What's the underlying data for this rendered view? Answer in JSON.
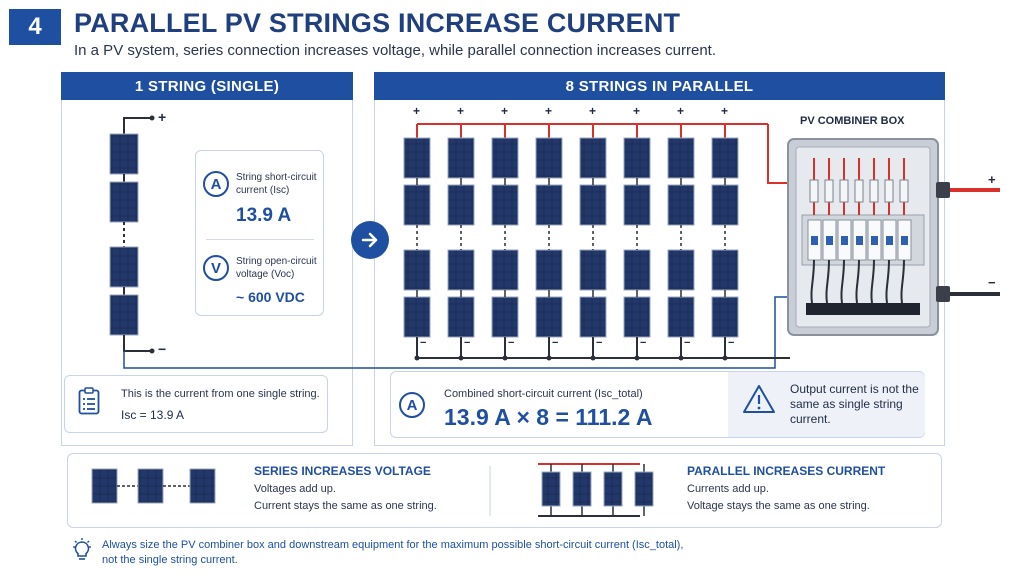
{
  "header": {
    "number": "4",
    "title": "PARALLEL PV STRINGS INCREASE CURRENT",
    "subtitle": "In a PV system, series connection increases voltage, while parallel connection increases current."
  },
  "left_panel": {
    "heading": "1 STRING (SINGLE)",
    "plus": "+",
    "minus": "−",
    "isc_label": "String short-circuit current (Isc)",
    "isc_value": "13.9 A",
    "voc_label": "String open-circuit voltage (Voc)",
    "voc_value": "~ 600 VDC",
    "note": "This is the current from one single string.",
    "note_formula": "Isc = 13.9 A"
  },
  "right_panel": {
    "heading": "8 STRINGS IN PARALLEL",
    "combiner_label": "PV COMBINER BOX",
    "plus": "+",
    "minus": "−",
    "combined_label": "Combined short-circuit current (Isc_total)",
    "combined_formula": "13.9 A × 8 = 111.2 A",
    "warning": "Output current is not the same as single string current."
  },
  "legend": {
    "series_title": "SERIES INCREASES VOLTAGE",
    "series_line1": "Voltages add up.",
    "series_line2": "Current stays the same as one string.",
    "parallel_title": "PARALLEL INCREASES CURRENT",
    "parallel_line1": "Currents add up.",
    "parallel_line2": "Voltage stays the same as one string."
  },
  "tip": {
    "line1": "Always size the PV combiner box and downstream equipment for the maximum possible short-circuit current (Isc_total),",
    "line2": "not the single string current."
  },
  "icons": {
    "isc": "A",
    "voc": "V",
    "combined": "A",
    "warning": "!"
  },
  "colors": {
    "brand_blue": "#1f4fa0",
    "panel_dark": "#1b2a4d",
    "wire_red": "#d9302c",
    "wire_dark": "#2a2f3a"
  }
}
